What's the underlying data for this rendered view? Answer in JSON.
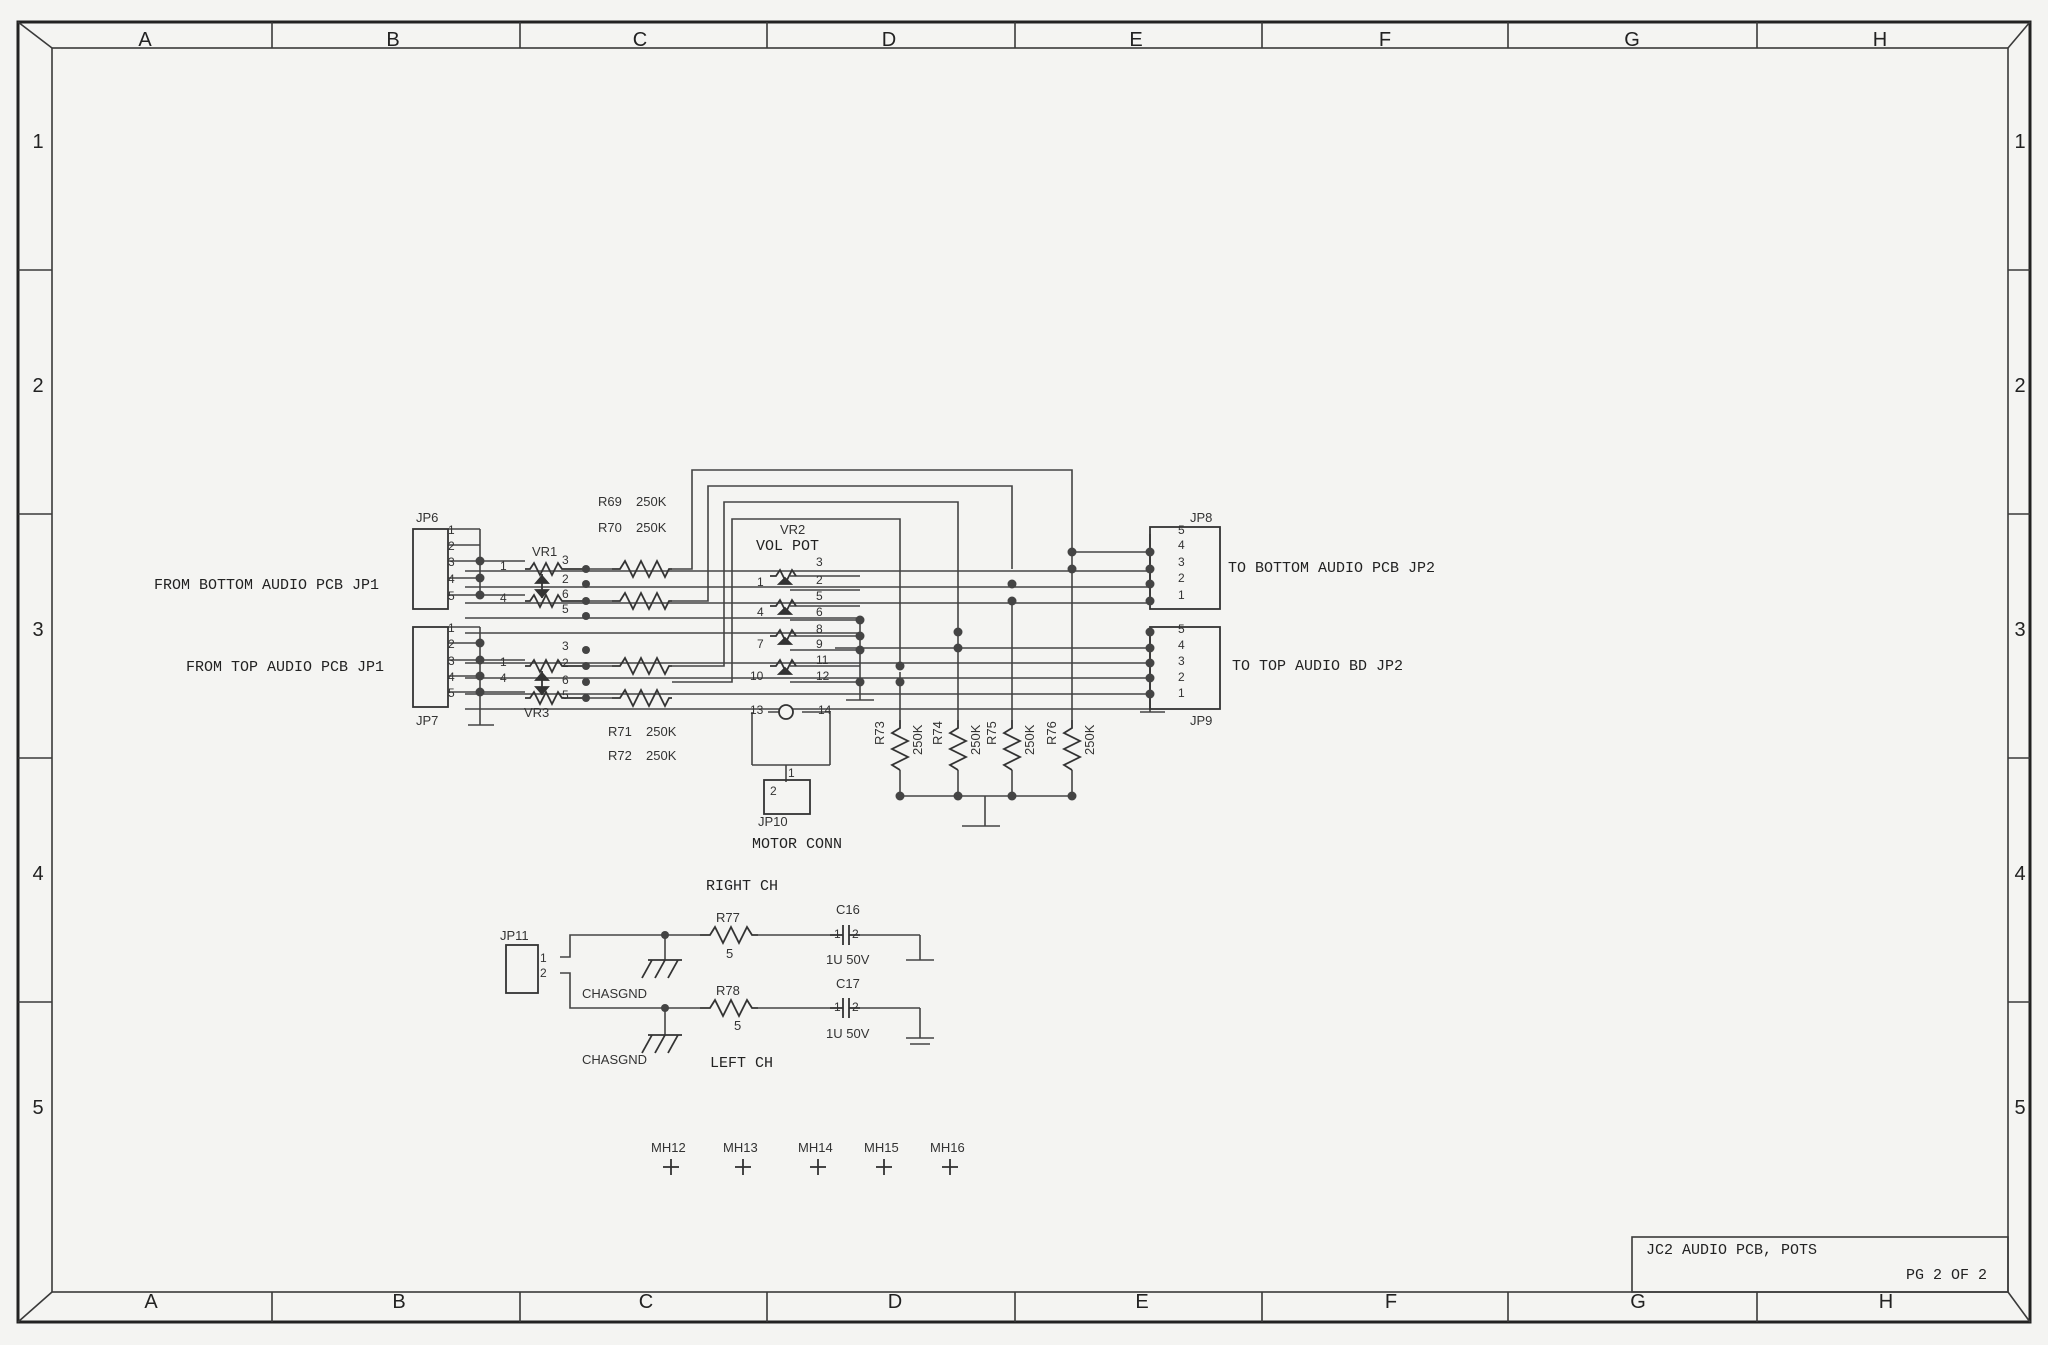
{
  "frame": {
    "cols": [
      "A",
      "B",
      "C",
      "D",
      "E",
      "F",
      "G",
      "H"
    ],
    "rows": [
      "1",
      "2",
      "3",
      "4",
      "5"
    ]
  },
  "title_block": {
    "title": "JC2 AUDIO PCB, POTS",
    "page": "PG 2 OF 2"
  },
  "connectors": {
    "jp6": {
      "ref": "JP6",
      "label": "FROM BOTTOM AUDIO PCB JP1",
      "pins": [
        "1",
        "2",
        "3",
        "4",
        "5"
      ]
    },
    "jp7": {
      "ref": "JP7",
      "label": "FROM TOP AUDIO PCB JP1",
      "pins": [
        "1",
        "2",
        "3",
        "4",
        "5"
      ]
    },
    "jp8": {
      "ref": "JP8",
      "label": "TO BOTTOM AUDIO PCB JP2",
      "pins": [
        "5",
        "4",
        "3",
        "2",
        "1"
      ]
    },
    "jp9": {
      "ref": "JP9",
      "label": "TO TOP AUDIO BD JP2",
      "pins": [
        "5",
        "4",
        "3",
        "2",
        "1"
      ]
    },
    "jp10": {
      "ref": "JP10",
      "label": "MOTOR CONN",
      "pins": [
        "2",
        "1"
      ]
    },
    "jp11": {
      "ref": "JP11",
      "pins": [
        "1",
        "2"
      ]
    }
  },
  "pots": {
    "vr1": {
      "ref": "VR1",
      "pins": [
        "1",
        "3",
        "2",
        "4",
        "6",
        "5"
      ]
    },
    "vr3": {
      "ref": "VR3",
      "pins": [
        "1",
        "3",
        "2",
        "4",
        "6",
        "5"
      ]
    },
    "vr2": {
      "ref": "VR2",
      "name": "VOL POT",
      "pins": [
        "1",
        "3",
        "2",
        "5",
        "4",
        "6",
        "8",
        "7",
        "9",
        "11",
        "10",
        "12",
        "13",
        "14"
      ]
    }
  },
  "resistors": {
    "r69": {
      "ref": "R69",
      "value": "250K"
    },
    "r70": {
      "ref": "R70",
      "value": "250K"
    },
    "r71": {
      "ref": "R71",
      "value": "250K"
    },
    "r72": {
      "ref": "R72",
      "value": "250K"
    },
    "r73": {
      "ref": "R73",
      "value": "250K"
    },
    "r74": {
      "ref": "R74",
      "value": "250K"
    },
    "r75": {
      "ref": "R75",
      "value": "250K"
    },
    "r76": {
      "ref": "R76",
      "value": "250K"
    },
    "r77": {
      "ref": "R77",
      "value": "5"
    },
    "r78": {
      "ref": "R78",
      "value": "5"
    }
  },
  "capacitors": {
    "c16": {
      "ref": "C16",
      "value": "1U 50V",
      "pins": [
        "1",
        "2"
      ]
    },
    "c17": {
      "ref": "C17",
      "value": "1U 50V",
      "pins": [
        "1",
        "2"
      ]
    }
  },
  "labels": {
    "right_ch": "RIGHT CH",
    "left_ch": "LEFT CH",
    "chasgnd": "CHASGND"
  },
  "mounting_holes": [
    "MH12",
    "MH13",
    "MH14",
    "MH15",
    "MH16"
  ]
}
